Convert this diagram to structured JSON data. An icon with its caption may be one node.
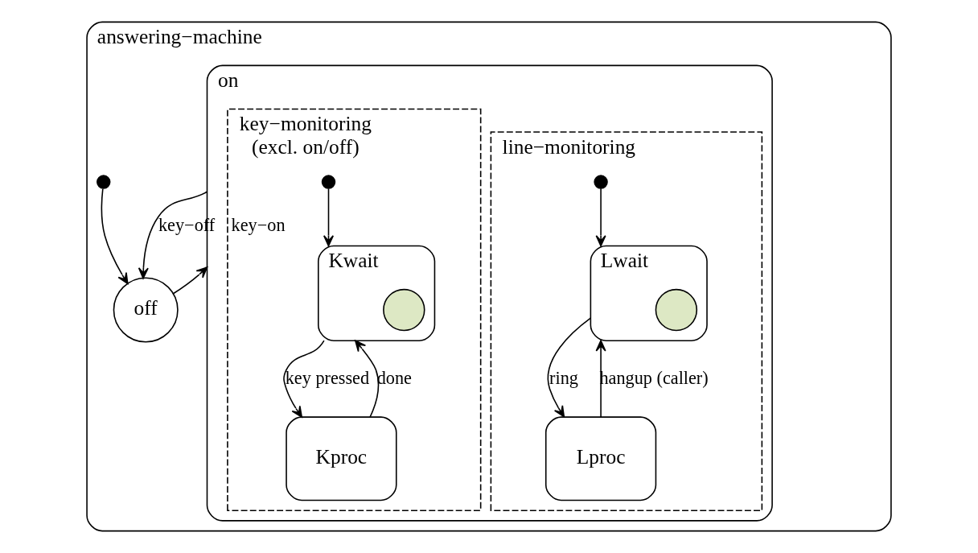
{
  "diagram": {
    "nodes": [
      {
        "text": [
          "answering−machine"
        ]
      },
      {
        "text": [
          "on"
        ],
        "in": 0
      },
      {
        "text": [
          "line−monitoring"
        ],
        "in": 1
      },
      {
        "text": [
          "key−monitoring",
          "(excl. on/off)"
        ],
        "in": 1
      },
      {
        "text": [
          "Lwait"
        ],
        "in": 2
      },
      {
        "text": [],
        "shape": "circle",
        "in": 4
      },
      {
        "text": [
          "Lproc"
        ],
        "in": 2
      },
      {
        "text": [],
        "shape": "circle",
        "in": 2
      },
      {
        "text": [
          "Kwait"
        ],
        "in": 3
      },
      {
        "text": [],
        "shape": "circle",
        "in": 8
      },
      {
        "text": [
          "Kproc"
        ],
        "in": 3
      },
      {
        "text": [],
        "shape": "circle",
        "in": 3
      },
      {
        "text": [
          "off"
        ],
        "in": 0
      },
      {
        "text": [],
        "shape": "circle",
        "in": 0
      }
    ],
    "edges": [
      {
        "from": 4,
        "to": 6,
        "arrow": "to",
        "label": "ring"
      },
      {
        "from": 6,
        "to": 4,
        "arrow": "to",
        "label": "hangup (caller)"
      },
      {
        "from": 7,
        "to": 4,
        "arrow": "to"
      },
      {
        "from": 8,
        "to": 10,
        "arrow": "to",
        "label": "key pressed"
      },
      {
        "from": 10,
        "to": 8,
        "arrow": "to",
        "label": "done"
      },
      {
        "from": 11,
        "to": 8,
        "arrow": "to"
      },
      {
        "from": 12,
        "to": 1,
        "arrow": "to",
        "label": "key−on"
      },
      {
        "from": 1,
        "to": 12,
        "arrow": "to",
        "label": "key−off"
      },
      {
        "from": 13,
        "to": 12,
        "arrow": "to"
      }
    ]
  }
}
